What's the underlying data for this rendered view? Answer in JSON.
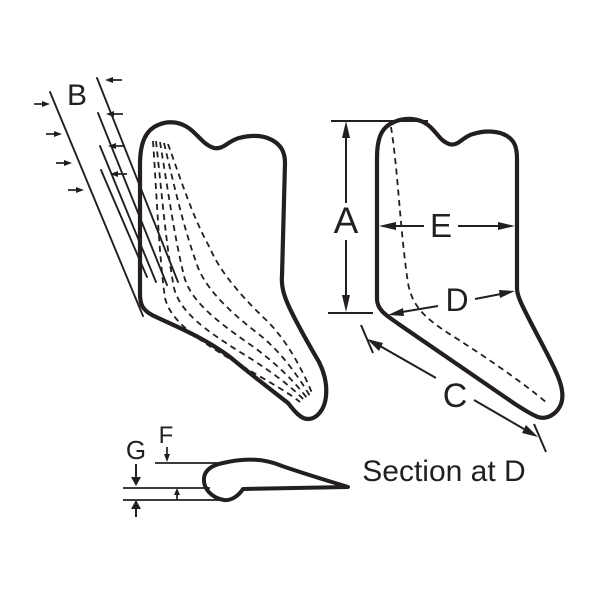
{
  "diagram": {
    "background_color": "#ffffff",
    "ink_color": "#231f20",
    "labels": {
      "a": "A",
      "b": "B",
      "c": "C",
      "d": "D",
      "e": "E",
      "f": "F",
      "g": "G"
    },
    "caption": "Section at D"
  }
}
